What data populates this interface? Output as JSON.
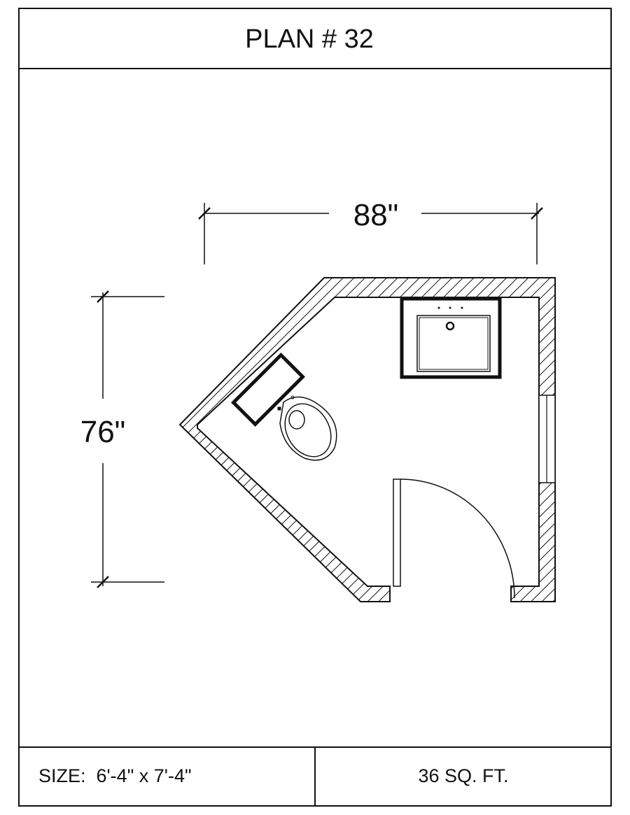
{
  "title": "PLAN # 32",
  "dimensions": {
    "width_label": "88\"",
    "depth_label": "76\""
  },
  "footer": {
    "size_label": "SIZE:  6'-4\" x 7'-4\"",
    "area_label": "36 SQ. FT."
  },
  "fixtures": [
    "toilet",
    "sink",
    "door",
    "window"
  ],
  "colors": {
    "line": "#111111",
    "background": "#ffffff"
  }
}
